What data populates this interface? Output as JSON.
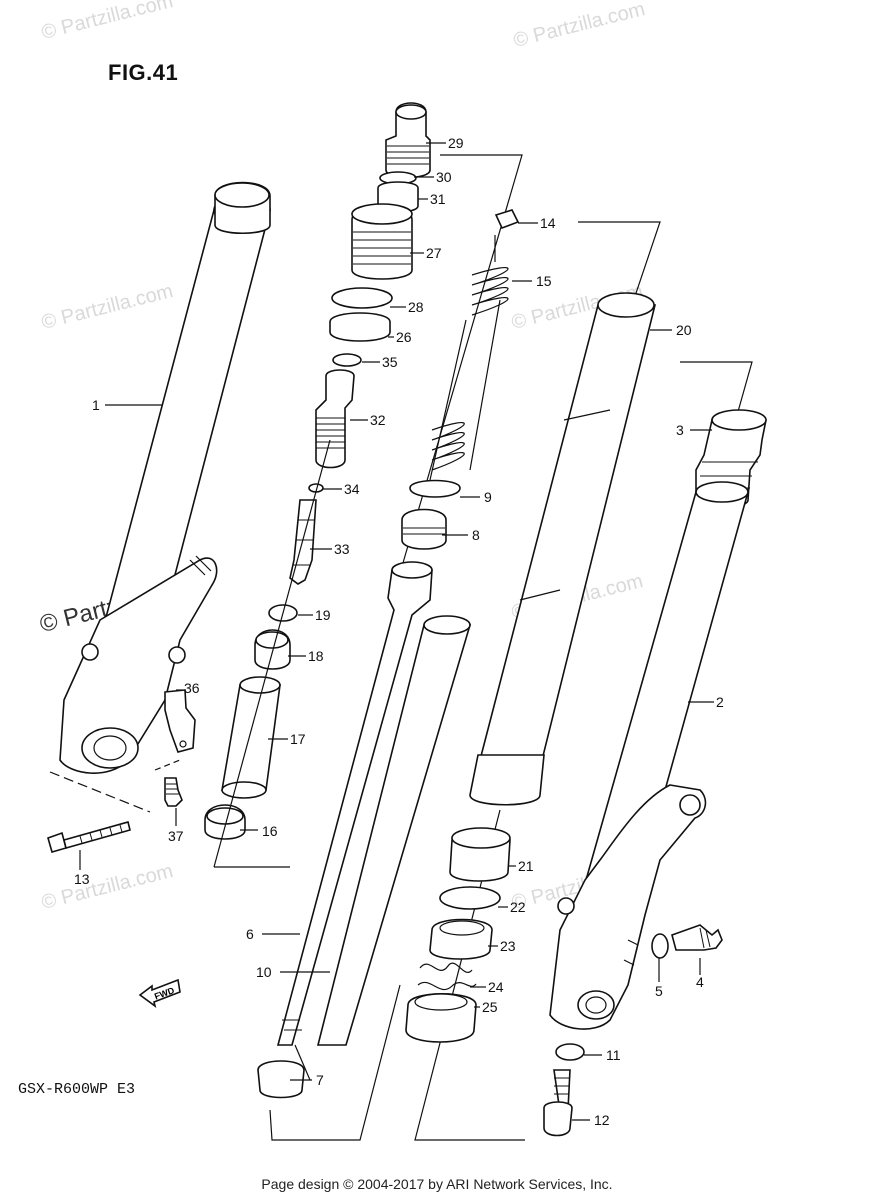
{
  "figure_title": "FIG.41",
  "model_code": "GSX-R600WP E3",
  "footer": "Page design © 2004-2017 by ARI Network Services, Inc.",
  "watermark": "© Partzilla.com",
  "direction_marker": "FWD",
  "callouts": [
    {
      "id": "1",
      "label": "1"
    },
    {
      "id": "2",
      "label": "2"
    },
    {
      "id": "3",
      "label": "3"
    },
    {
      "id": "4",
      "label": "4"
    },
    {
      "id": "5",
      "label": "5"
    },
    {
      "id": "6",
      "label": "6"
    },
    {
      "id": "7",
      "label": "7"
    },
    {
      "id": "8",
      "label": "8"
    },
    {
      "id": "9",
      "label": "9"
    },
    {
      "id": "10",
      "label": "10"
    },
    {
      "id": "11",
      "label": "11"
    },
    {
      "id": "12",
      "label": "12"
    },
    {
      "id": "13",
      "label": "13"
    },
    {
      "id": "14",
      "label": "14"
    },
    {
      "id": "15",
      "label": "15"
    },
    {
      "id": "16",
      "label": "16"
    },
    {
      "id": "17",
      "label": "17"
    },
    {
      "id": "18",
      "label": "18"
    },
    {
      "id": "19",
      "label": "19"
    },
    {
      "id": "20",
      "label": "20"
    },
    {
      "id": "21",
      "label": "21"
    },
    {
      "id": "22",
      "label": "22"
    },
    {
      "id": "23",
      "label": "23"
    },
    {
      "id": "24",
      "label": "24"
    },
    {
      "id": "25",
      "label": "25"
    },
    {
      "id": "26",
      "label": "26"
    },
    {
      "id": "27",
      "label": "27"
    },
    {
      "id": "28",
      "label": "28"
    },
    {
      "id": "29",
      "label": "29"
    },
    {
      "id": "30",
      "label": "30"
    },
    {
      "id": "31",
      "label": "31"
    },
    {
      "id": "32",
      "label": "32"
    },
    {
      "id": "33",
      "label": "33"
    },
    {
      "id": "34",
      "label": "34"
    },
    {
      "id": "35",
      "label": "35"
    },
    {
      "id": "36",
      "label": "36"
    },
    {
      "id": "37",
      "label": "37"
    }
  ]
}
